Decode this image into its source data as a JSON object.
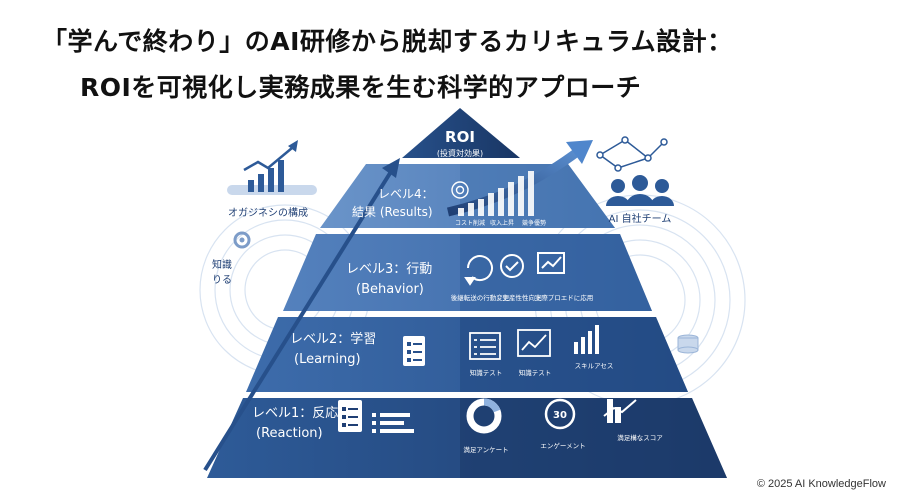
{
  "title": {
    "line1": "「学んで終わり」のAI研修から脱却するカリキュラム設計：",
    "line2": "ROIを可視化し実務成果を生む科学的アプローチ"
  },
  "pyramid": {
    "roi": {
      "label": "ROI",
      "sub": "(投資対効果)"
    },
    "levels": [
      {
        "level": "レベル4：",
        "name": "結果 (Results)",
        "items": [
          "コスト削減",
          "収入上昇",
          "競争優勢"
        ]
      },
      {
        "level": "レベル3：行動",
        "name": "(Behavior)",
        "items": [
          "後継転送の行動変更",
          "生産性性向上",
          "実際プロエドに応用"
        ]
      },
      {
        "level": "レベル2：学習",
        "name": "(Learning)",
        "items": [
          "知識テスト",
          "知識テスト",
          "スキルアセス"
        ]
      },
      {
        "level": "レベル1：反応",
        "name": "(Reaction)",
        "items": [
          "満足アンケート",
          "エンゲーメント",
          "満足構なスコア"
        ]
      }
    ],
    "engagement_value": "30"
  },
  "side": {
    "org": "オガジネシの構成",
    "knowledge": "知識\nりる",
    "team": "AI 自社チーム"
  },
  "colors": {
    "navy": "#1f3f74",
    "blue": "#2d5a98",
    "light": "#5f88c0",
    "pale": "#c9d8ec"
  },
  "footer": {
    "copyright": "© 2025 AI KnowledgeFlow"
  }
}
